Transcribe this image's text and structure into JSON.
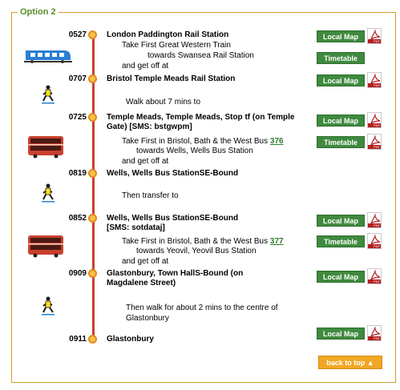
{
  "option_label": "Option 2",
  "stops": [
    {
      "time": "0527",
      "name": "London Paddington Rail Station"
    },
    {
      "time": "0707",
      "name": "Bristol Temple Meads Rail Station"
    },
    {
      "time": "0725",
      "name": "Temple Meads, Temple Meads, Stop tf (on Temple Gate) [SMS: bstgwpm]"
    },
    {
      "time": "0819",
      "name": "Wells, Wells Bus StationSE-Bound"
    },
    {
      "time": "0852",
      "name": "Wells, Wells Bus StationSE-Bound [SMS: sotdataj]"
    },
    {
      "time": "0909",
      "name": "Glastonbury, Town HallS-Bound (on Magdalene Street)"
    },
    {
      "time": "0911",
      "name": "Glastonbury"
    }
  ],
  "legs": {
    "train": {
      "line1": "Take First Great Western Train",
      "line2": "towards Swansea Rail Station",
      "line3": "and get off at"
    },
    "walk1": "Walk about 7 mins to",
    "bus1": {
      "line1_prefix": "Take First in Bristol, Bath & the West Bus ",
      "route": "376",
      "line2": "towards Wells, Wells Bus Station",
      "line3": "and get off at"
    },
    "transfer": "Then transfer to",
    "bus2": {
      "line1_prefix": "Take First in Bristol, Bath & the West Bus ",
      "route": "377",
      "line2": "towards Yeovil, Yeovil Bus Station",
      "line3": "and get off at"
    },
    "walk2": {
      "line1": "Then walk for about 2 mins to the centre of",
      "line2": "Glastonbury"
    }
  },
  "buttons": {
    "local_map": "Local Map",
    "timetable": "Timetable",
    "pdf_tag": "PDF",
    "back_to_top": "back to top"
  },
  "colors": {
    "route_line": "#c8402d",
    "button_green": "#3f8a3f",
    "back_top_orange": "#f2a724",
    "legend_green": "#5a8f2a",
    "frame_orange": "#d69b2a"
  }
}
